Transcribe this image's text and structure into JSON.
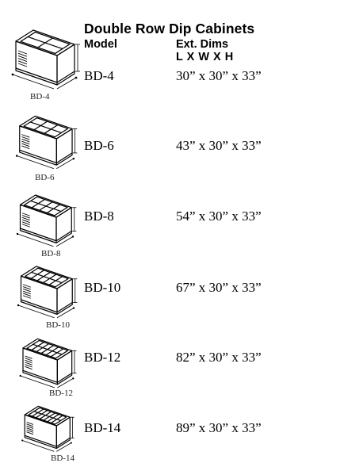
{
  "title": "Double Row Dip Cabinets",
  "columns": {
    "model": "Model",
    "dims_line1": "Ext. Dims",
    "dims_line2": "L X W X H"
  },
  "rows": [
    {
      "model": "BD-4",
      "dims": "30” x 30” x 33”",
      "caption": "BD-4",
      "compartments": 4
    },
    {
      "model": "BD-6",
      "dims": "43” x 30” x 33”",
      "caption": "BD-6",
      "compartments": 6
    },
    {
      "model": "BD-8",
      "dims": "54” x 30” x 33”",
      "caption": "BD-8",
      "compartments": 8
    },
    {
      "model": "BD-10",
      "dims": "67” x 30” x 33”",
      "caption": "BD-10",
      "compartments": 10
    },
    {
      "model": "BD-12",
      "dims": "82” x 30” x 33”",
      "caption": "BD-12",
      "compartments": 12
    },
    {
      "model": "BD-14",
      "dims": "89” x 30” x 33”",
      "caption": "BD-14",
      "compartments": 14
    }
  ]
}
